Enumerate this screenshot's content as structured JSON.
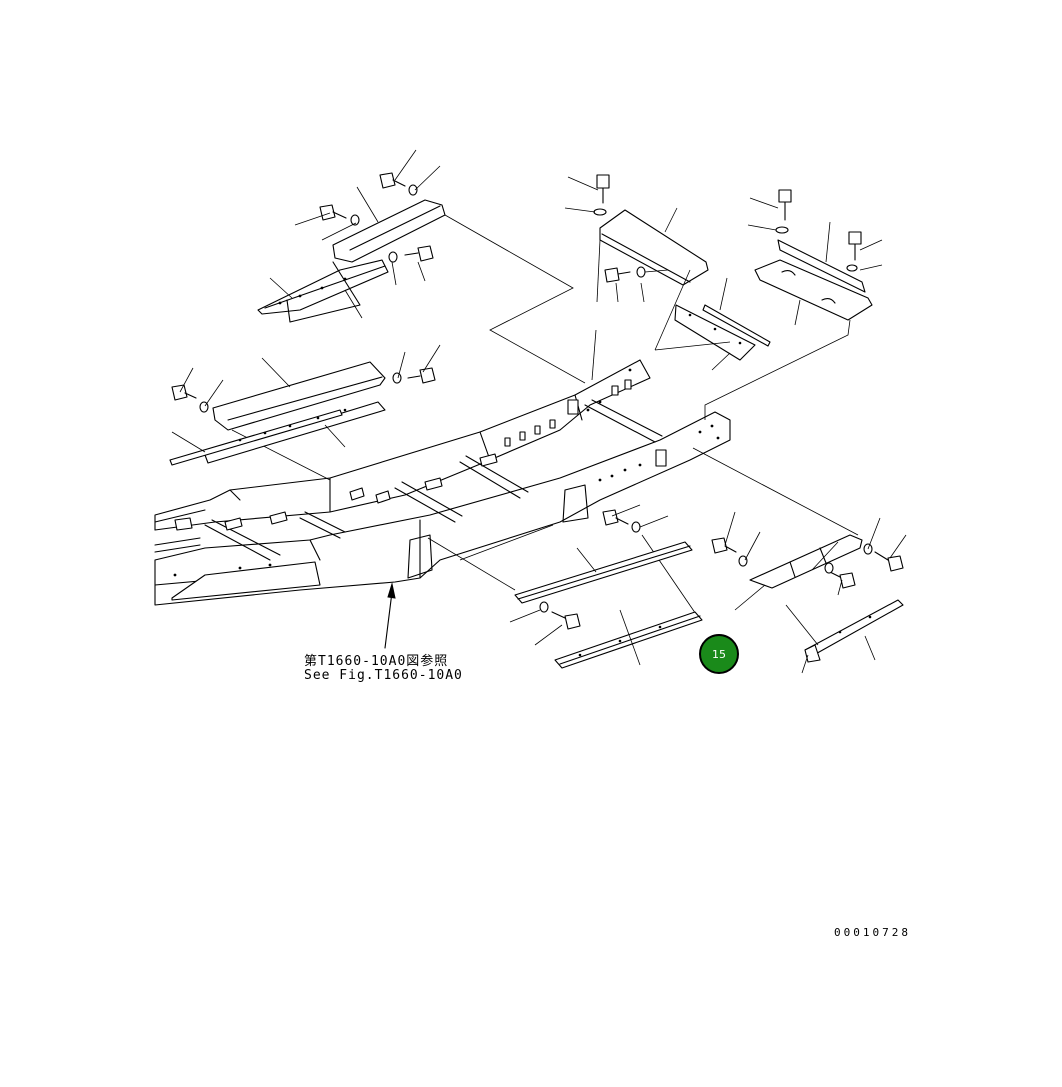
{
  "reference_note": {
    "japanese": "第T1660-10A0図参照",
    "english": "See Fig.T1660-10A0"
  },
  "drawing_number": "00010728",
  "callout": {
    "label": "15",
    "color": "#1a8a1a"
  }
}
